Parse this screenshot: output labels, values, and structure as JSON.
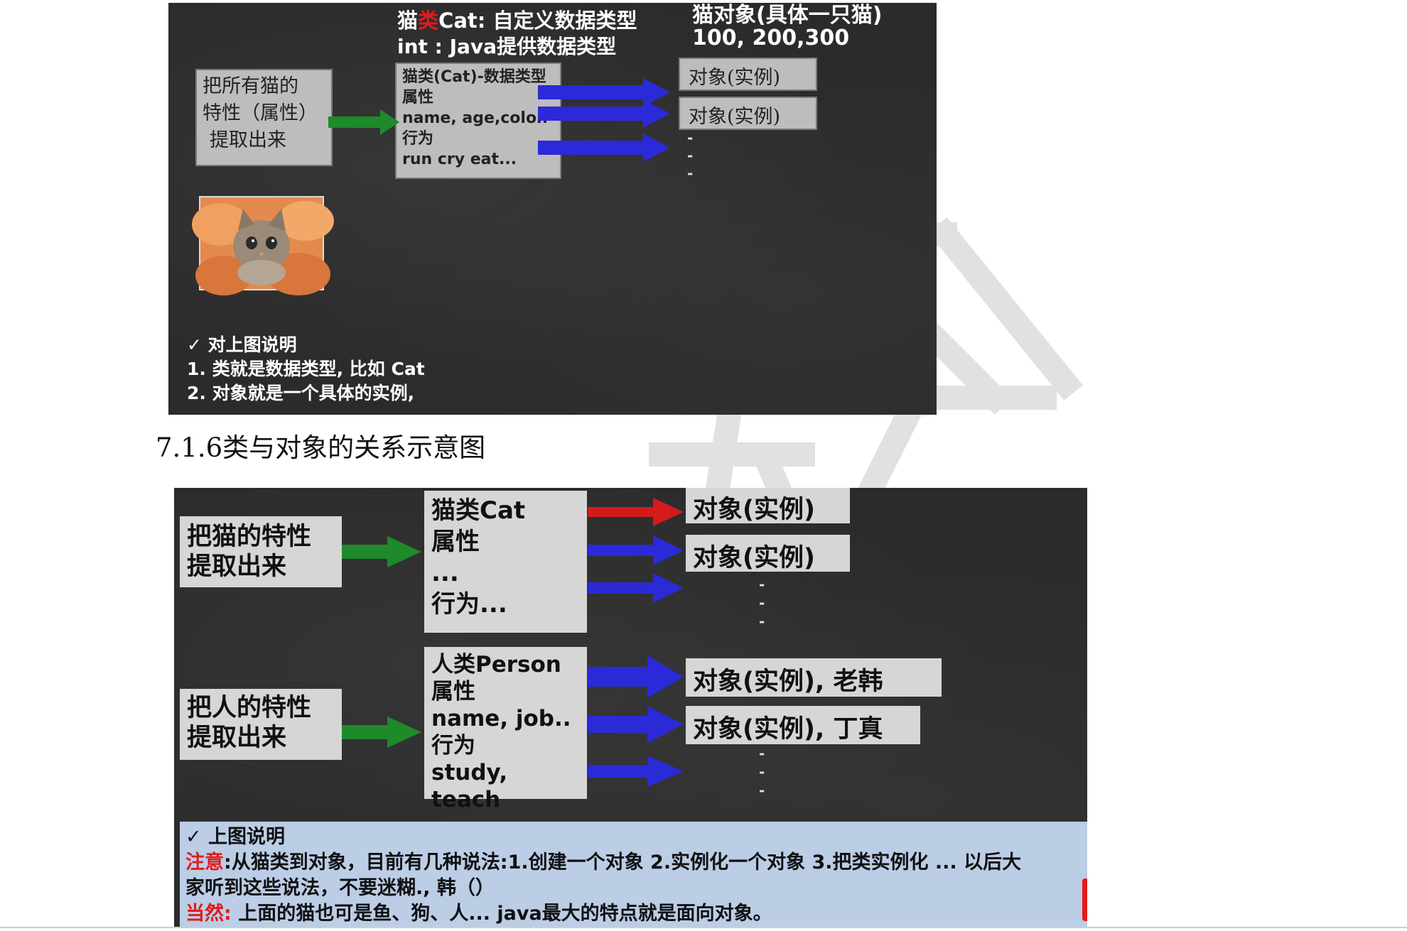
{
  "board1": {
    "title_prefix": "猫",
    "title_red": "类",
    "title_rest": "Cat: 自定义数据类型",
    "subtitle": "int : Java提供数据类型",
    "objects_title": "猫对象(具体一只猫)",
    "objects_values": "100, 200,300",
    "left_box": [
      "把所有猫的",
      "特性（属性）",
      "提取出来"
    ],
    "class_box": [
      "猫类(Cat)-数据类型",
      "属性",
      "name, age,color.",
      "行为",
      "run cry eat..."
    ],
    "object_boxes": [
      "对象(实例)",
      "对象(实例)"
    ],
    "dashes": [
      "-",
      "-",
      "-"
    ],
    "notes": [
      "✓ 对上图说明",
      "1. 类就是数据类型, 比如 Cat",
      "2. 对象就是一个具体的实例,"
    ]
  },
  "heading": "7.1.6类与对象的关系示意图",
  "board2": {
    "cat_left": [
      "把猫的特性",
      "提取出来"
    ],
    "cat_class": [
      "猫类Cat",
      "属性",
      "...",
      "行为..."
    ],
    "cat_objects": [
      "对象(实例)",
      "对象(实例)"
    ],
    "person_left": [
      "把人的特性",
      "提取出来"
    ],
    "person_class": [
      "人类Person",
      "属性",
      "name, job..",
      "行为",
      "study, teach"
    ],
    "person_objects": [
      "对象(实例), 老韩",
      "对象(实例), 丁真"
    ],
    "dashes": [
      "-",
      "-",
      "-"
    ]
  },
  "notes2": {
    "title": "✓ 上图说明",
    "line1_red": "注意",
    "line1": ":从猫类到对象，目前有几种说法:1.创建一个对象 2.实例化一个对象 3.把类实例化 ... 以后大",
    "line2": "家听到这些说法，不要迷糊., 韩（）",
    "line3_red": "当然:",
    "line3": " 上面的猫也可是鱼、狗、人... java最大的特点就是面向对象。"
  },
  "colors": {
    "board": "#2b2b2b",
    "box": "#bdbdbd",
    "arrow_green": "#1e8a2a",
    "arrow_blue": "#2a2ad8",
    "arrow_red": "#d41a1a",
    "note_bg": "#bccde6"
  }
}
